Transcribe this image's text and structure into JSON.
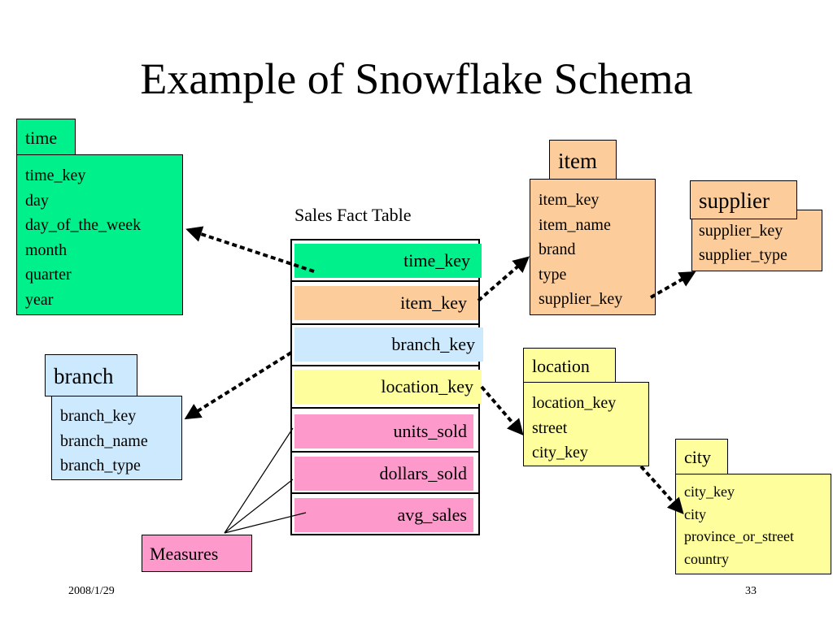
{
  "title": "Example of Snowflake Schema",
  "fact_table": {
    "label": "Sales Fact Table",
    "keys": [
      "time_key",
      "item_key",
      "branch_key",
      "location_key"
    ],
    "measures": [
      "units_sold",
      "dollars_sold",
      "avg_sales"
    ]
  },
  "measures_label": "Measures",
  "dimensions": {
    "time": {
      "name": "time",
      "fields": [
        "time_key",
        "day",
        "day_of_the_week",
        "month",
        "quarter",
        "year"
      ]
    },
    "item": {
      "name": "item",
      "fields": [
        "item_key",
        "item_name",
        "brand",
        "type",
        "supplier_key"
      ]
    },
    "supplier": {
      "name": "supplier",
      "fields": [
        "supplier_key",
        "supplier_type"
      ]
    },
    "branch": {
      "name": "branch",
      "fields": [
        "branch_key",
        "branch_name",
        "branch_type"
      ]
    },
    "location": {
      "name": "location",
      "fields": [
        "location_key",
        "street",
        "city_key"
      ]
    },
    "city": {
      "name": "city",
      "fields": [
        "city_key",
        "city",
        "province_or_street",
        "country"
      ]
    }
  },
  "colors": {
    "time": "#00f08c",
    "item": "#fdcc9b",
    "branch": "#cde9fd",
    "location": "#feff9c",
    "measures": "#fe99cb"
  },
  "footer": {
    "date": "2008/1/29",
    "page": "33"
  }
}
